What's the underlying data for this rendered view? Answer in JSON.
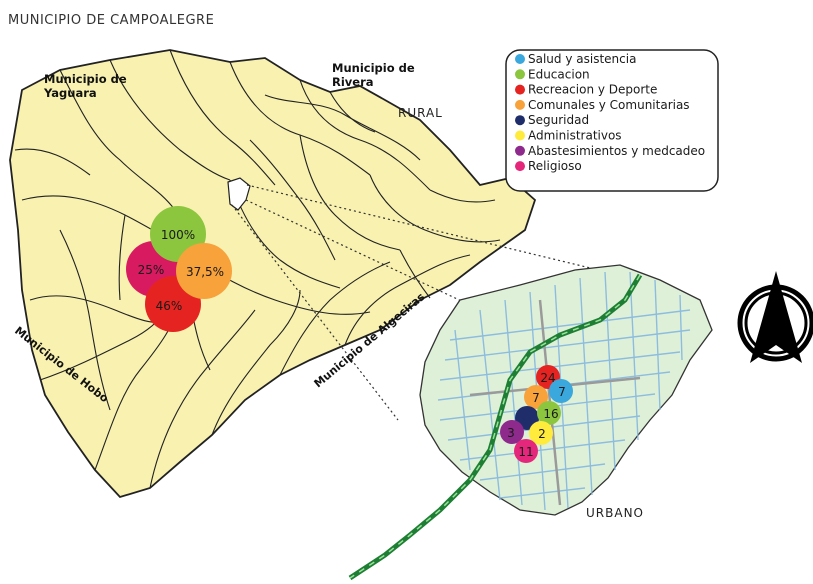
{
  "title": "MUNICIPIO DE CAMPOALEGRE",
  "labels": {
    "yaguara_1": "Municipio de",
    "yaguara_2": "Yaguara",
    "rivera_1": "Municipio de",
    "rivera_2": "Rivera",
    "rural": "RURAL",
    "urbano": "URBANO",
    "hobo": "Municipio de Hobo",
    "algeciras": "Municipio de Algeciras"
  },
  "legend": [
    {
      "label": "Salud y asistencia",
      "color": "#3aa7dd"
    },
    {
      "label": "Educacion",
      "color": "#8cc63f"
    },
    {
      "label": "Recreacion  y  Deporte",
      "color": "#e52421"
    },
    {
      "label": "Comunales y Comunitarias",
      "color": "#f7a23b"
    },
    {
      "label": "Seguridad",
      "color": "#1f2d6b"
    },
    {
      "label": "Administrativos",
      "color": "#ffeb3b"
    },
    {
      "label": "Abastesimientos y medcadeo",
      "color": "#8e2a8b"
    },
    {
      "label": "Religioso",
      "color": "#e5277b"
    }
  ],
  "rural_markers": [
    {
      "text": "100%",
      "color": "#8cc63f",
      "category": "Educacion"
    },
    {
      "text": "25%",
      "color": "#d81b60",
      "category": "Religioso"
    },
    {
      "text": "37,5%",
      "color": "#f7a23b",
      "category": "Comunales y Comunitarias"
    },
    {
      "text": "46%",
      "color": "#e52421",
      "category": "Recreacion  y  Deporte"
    }
  ],
  "urban_markers": [
    {
      "text": "24",
      "color": "#e52421",
      "category": "Recreacion  y  Deporte"
    },
    {
      "text": "7",
      "color": "#f7a23b",
      "category": "Comunales y Comunitarias"
    },
    {
      "text": "7",
      "color": "#3aa7dd",
      "category": "Salud y asistencia"
    },
    {
      "text": "",
      "color": "#1f2d6b",
      "category": "Seguridad"
    },
    {
      "text": "16",
      "color": "#8cc63f",
      "category": "Educacion"
    },
    {
      "text": "3",
      "color": "#8e2a8b",
      "category": "Abastesimientos y medcadeo"
    },
    {
      "text": "2",
      "color": "#ffeb3b",
      "category": "Administrativos"
    },
    {
      "text": "11",
      "color": "#e5277b",
      "category": "Religioso"
    }
  ],
  "north_arrow": "north-arrow-icon"
}
